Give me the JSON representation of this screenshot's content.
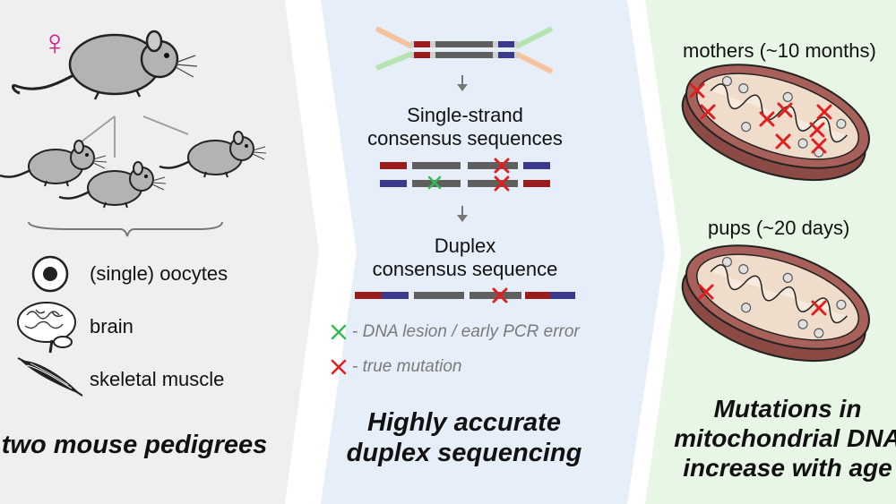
{
  "panel_left": {
    "female_symbol": "♀",
    "tissues": [
      {
        "icon": "oocyte-icon",
        "label": "(single) oocytes"
      },
      {
        "icon": "brain-icon",
        "label": "brain"
      },
      {
        "icon": "muscle-icon",
        "label": "skeletal muscle"
      }
    ],
    "caption": "two mouse pedigrees"
  },
  "panel_middle": {
    "ss_label_line1": "Single-strand",
    "ss_label_line2": "consensus sequences",
    "duplex_label_line1": "Duplex",
    "duplex_label_line2": "consensus sequence",
    "legend_green": "- DNA lesion / early PCR error",
    "legend_red": "- true mutation",
    "caption_line1": "Highly accurate",
    "caption_line2": "duplex sequencing"
  },
  "panel_right": {
    "mothers_label": "mothers (~10 months)",
    "pups_label": "pups (~20 days)",
    "caption_line1": "Mutations in",
    "caption_line2": "mitochondrial DNA",
    "caption_line3": "increase with age"
  },
  "colors": {
    "left_bg": "#efefef",
    "middle_bg": "#e6eefa",
    "right_bg": "#e8f6e6",
    "dark_red": "#9b1c1c",
    "navy": "#3a3a8c",
    "gray_strand": "#5f5f5f",
    "light_gray": "#cfcfcf",
    "peach": "#f6c39a",
    "light_green": "#b6e3b0",
    "mutation_red": "#e02020",
    "lesion_green": "#33bb55",
    "mito_outer": "#8b4a44",
    "mito_inner": "#f0dccb"
  }
}
